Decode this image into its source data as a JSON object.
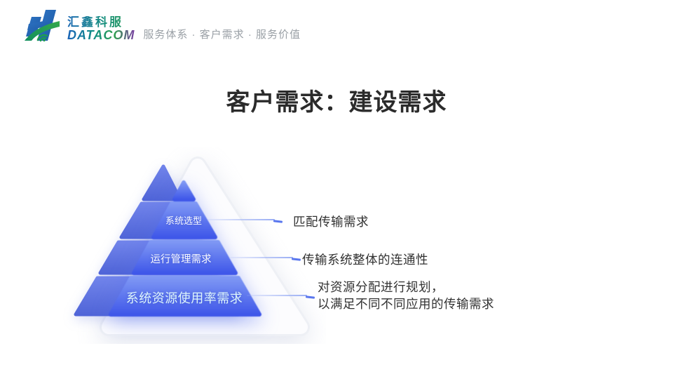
{
  "header": {
    "logo_cn": "汇鑫科服",
    "logo_en": "DATACOM",
    "tagline": "服务体系 · 客户需求 · 服务价值"
  },
  "title": "客户需求：建设需求",
  "pyramid": {
    "layers": [
      {
        "label": ""
      },
      {
        "label": "系统选型"
      },
      {
        "label": "运行管理需求"
      },
      {
        "label": "系统资源使用率需求"
      }
    ]
  },
  "annotations": [
    {
      "line1": "匹配传输需求"
    },
    {
      "line1": "传输系统整体的连通性"
    },
    {
      "line1": "对资源分配进行规划，",
      "line2": "以满足不同不同应用的传输需求"
    }
  ],
  "colors": {
    "front_face_top": "#7E97F4",
    "front_face_bottom": "#3F57E9",
    "left_face_top": "#7083EA",
    "left_face_bottom": "#5065D8",
    "connector": "#9aaef4",
    "title_text": "#2b2b2b",
    "annotation_text": "#323232",
    "tagline_text": "#9aa0a6"
  }
}
